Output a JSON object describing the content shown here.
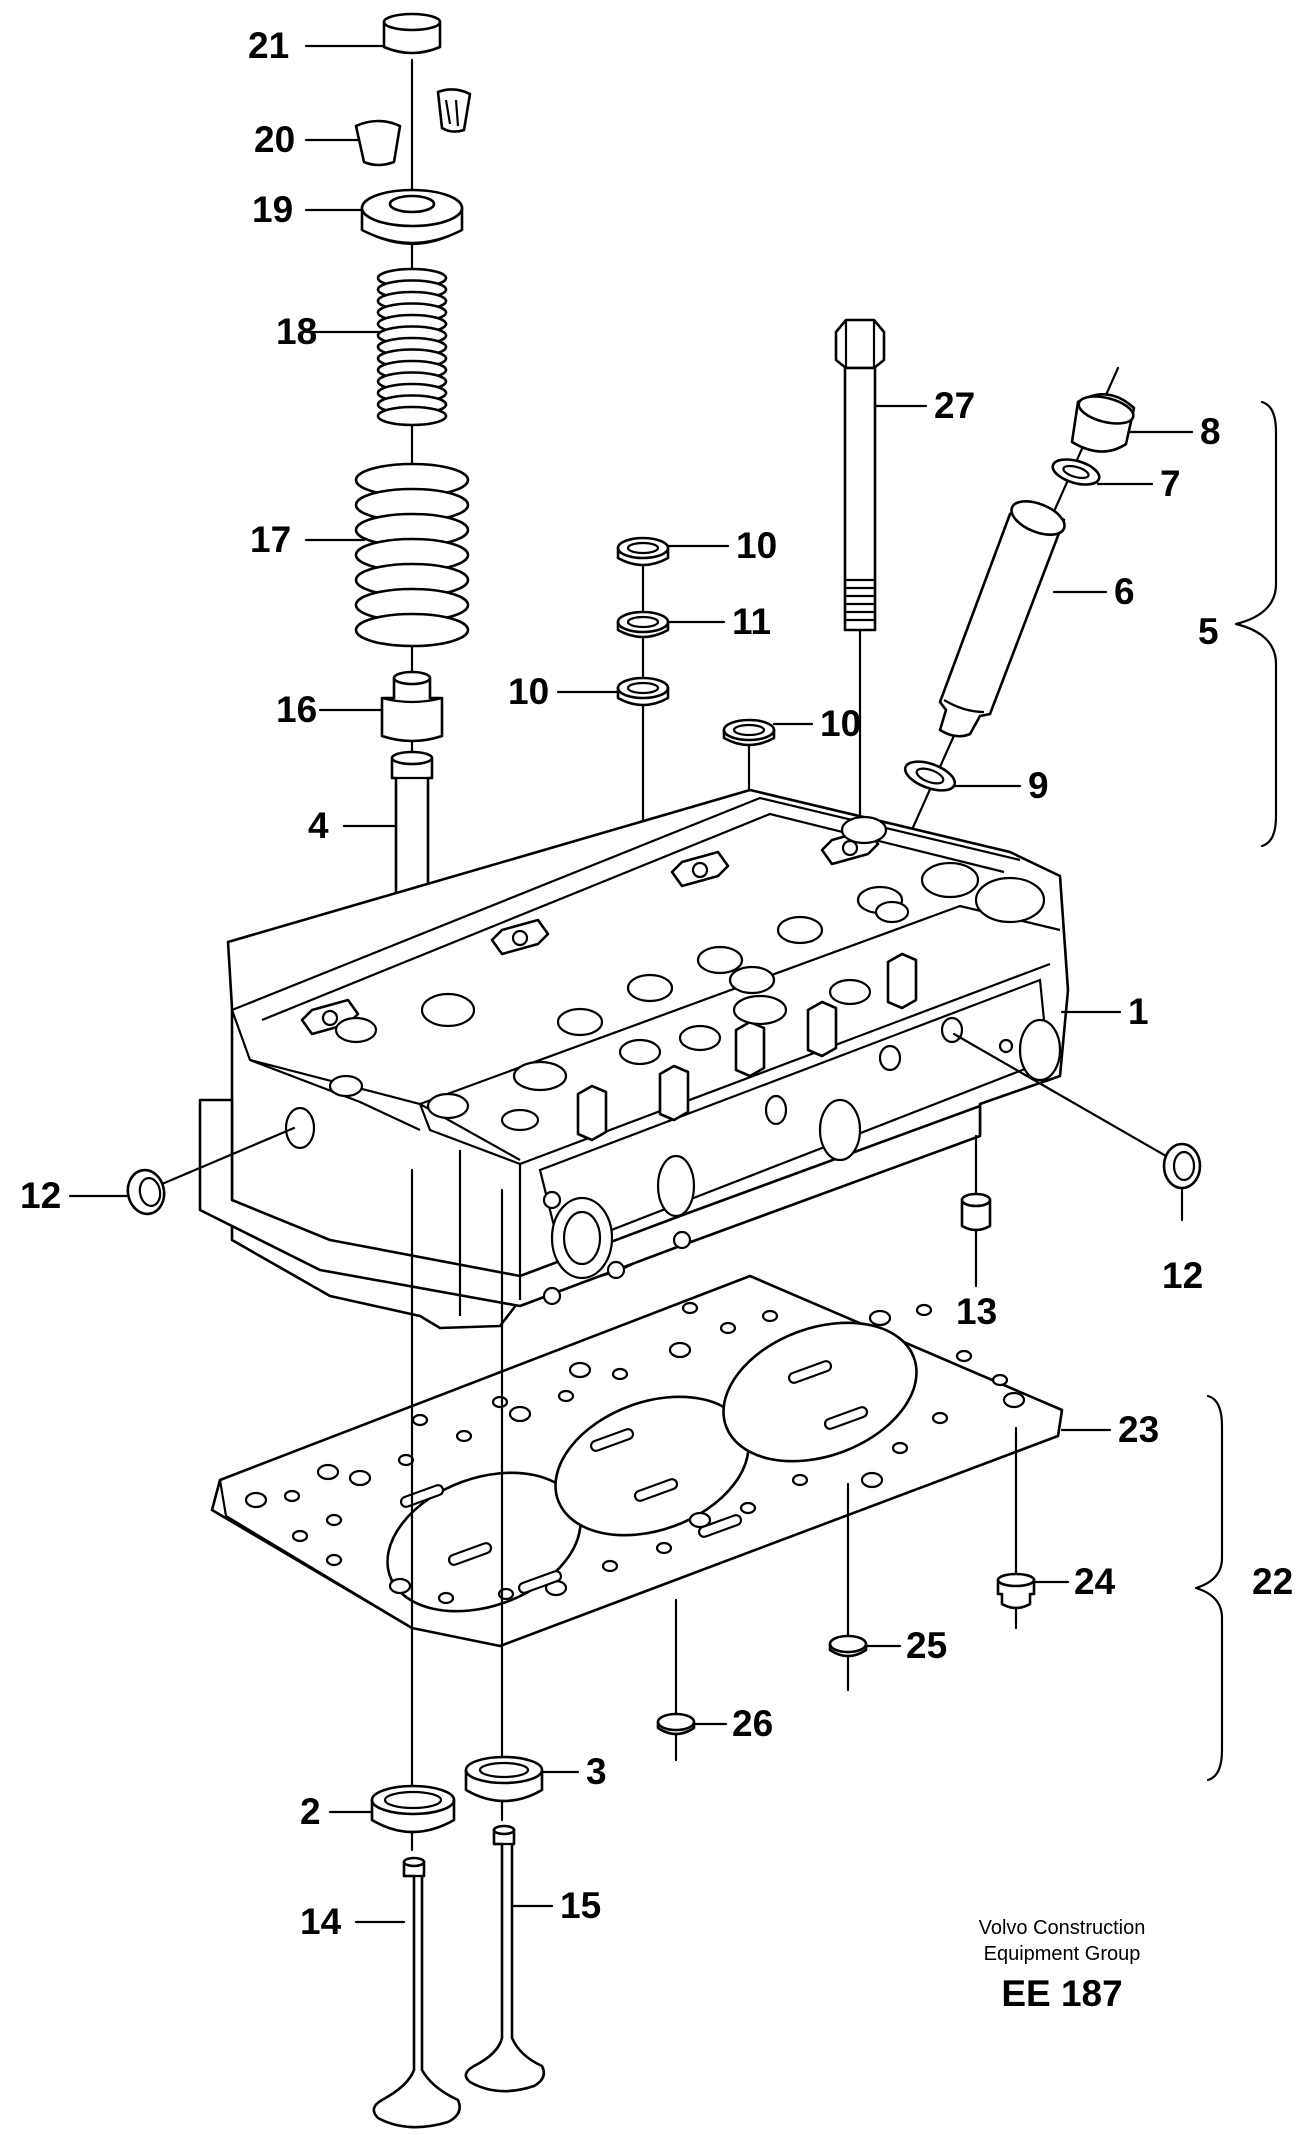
{
  "callouts": {
    "c1": "1",
    "c2": "2",
    "c3": "3",
    "c4": "4",
    "c5": "5",
    "c6": "6",
    "c7": "7",
    "c8": "8",
    "c9": "9",
    "c10a": "10",
    "c10b": "10",
    "c10c": "10",
    "c11": "11",
    "c12a": "12",
    "c12b": "12",
    "c13": "13",
    "c14": "14",
    "c15": "15",
    "c16": "16",
    "c17": "17",
    "c18": "18",
    "c19": "19",
    "c20": "20",
    "c21": "21",
    "c22": "22",
    "c23": "23",
    "c24": "24",
    "c25": "25",
    "c26": "26",
    "c27": "27"
  },
  "footer": {
    "company_line1": "Volvo Construction",
    "company_line2": "Equipment Group",
    "drawing_code": "EE 187"
  }
}
